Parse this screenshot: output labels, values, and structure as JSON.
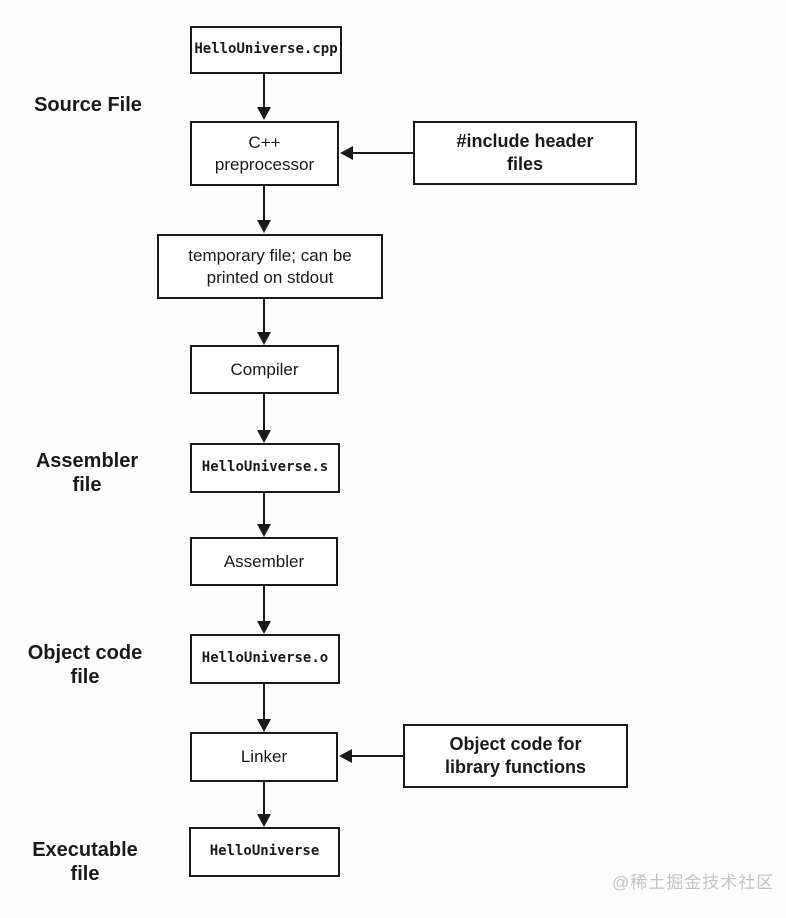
{
  "diagram": {
    "nodes": {
      "source_file": {
        "label": "HelloUniverse.cpp"
      },
      "preprocessor": {
        "label": "C++\npreprocessor"
      },
      "include_headers": {
        "label": "#include header\nfiles"
      },
      "temp_file": {
        "label": "temporary file; can be\nprinted on stdout"
      },
      "compiler": {
        "label": "Compiler"
      },
      "assembler_file": {
        "label": "HelloUniverse.s"
      },
      "assembler": {
        "label": "Assembler"
      },
      "object_file": {
        "label": "HelloUniverse.o"
      },
      "linker": {
        "label": "Linker"
      },
      "library_objects": {
        "label": "Object code for\nlibrary functions"
      },
      "executable_file": {
        "label": "HelloUniverse"
      }
    },
    "side_labels": {
      "source": "Source File",
      "assembler": "Assembler\nfile",
      "object_code": "Object code\nfile",
      "executable": "Executable\nfile"
    },
    "watermark": "@稀土掘金技术社区",
    "colors": {
      "line": "#1a1a1a",
      "box_background": "#ffffff",
      "page_background": "#fdfdfd",
      "watermark_text": "#c4c4c4"
    }
  }
}
